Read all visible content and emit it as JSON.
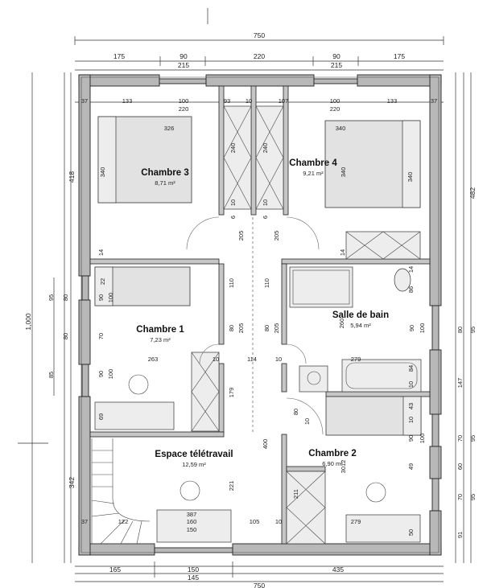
{
  "rooms": [
    {
      "name": "Chambre 3",
      "area": "8,71 m²"
    },
    {
      "name": "Chambre 4",
      "area": "9,21 m²"
    },
    {
      "name": "Chambre 1",
      "area": "7,23 m²"
    },
    {
      "name": "Salle de bain",
      "area": "5,94 m²"
    },
    {
      "name": "Espace télétravail",
      "area": "12,59 m²"
    },
    {
      "name": "Chambre 2",
      "area": "6,90 m²"
    }
  ],
  "dims_top": [
    "750",
    "175",
    "90",
    "220",
    "90",
    "175",
    "215",
    "215"
  ],
  "dims_top_inner": [
    "37",
    "133",
    "100",
    "93",
    "10",
    "107",
    "100",
    "133",
    "37",
    "220",
    "220"
  ],
  "dims_bottom": [
    "165",
    "150",
    "435",
    "145",
    "750"
  ],
  "dims_left": [
    "418",
    "1,000",
    "342",
    "95",
    "80",
    "80",
    "85"
  ],
  "dims_right": [
    "482",
    "80",
    "95",
    "147",
    "70",
    "95",
    "60",
    "70",
    "95",
    "91"
  ],
  "dims_interior": [
    "326",
    "340",
    "340",
    "340",
    "340",
    "240",
    "240",
    "10",
    "10",
    "6",
    "6",
    "205",
    "205",
    "14",
    "14",
    "110",
    "110",
    "80",
    "80",
    "205",
    "205",
    "14",
    "86",
    "22",
    "90",
    "100",
    "70",
    "260",
    "90",
    "100",
    "263",
    "10",
    "114",
    "10",
    "279",
    "90",
    "100",
    "84",
    "10",
    "179",
    "69",
    "80",
    "10",
    "43",
    "10",
    "90",
    "100",
    "400",
    "49",
    "211",
    "221",
    "387",
    "160",
    "150",
    "105",
    "10",
    "279",
    "37",
    "122",
    "50",
    "3012"
  ]
}
